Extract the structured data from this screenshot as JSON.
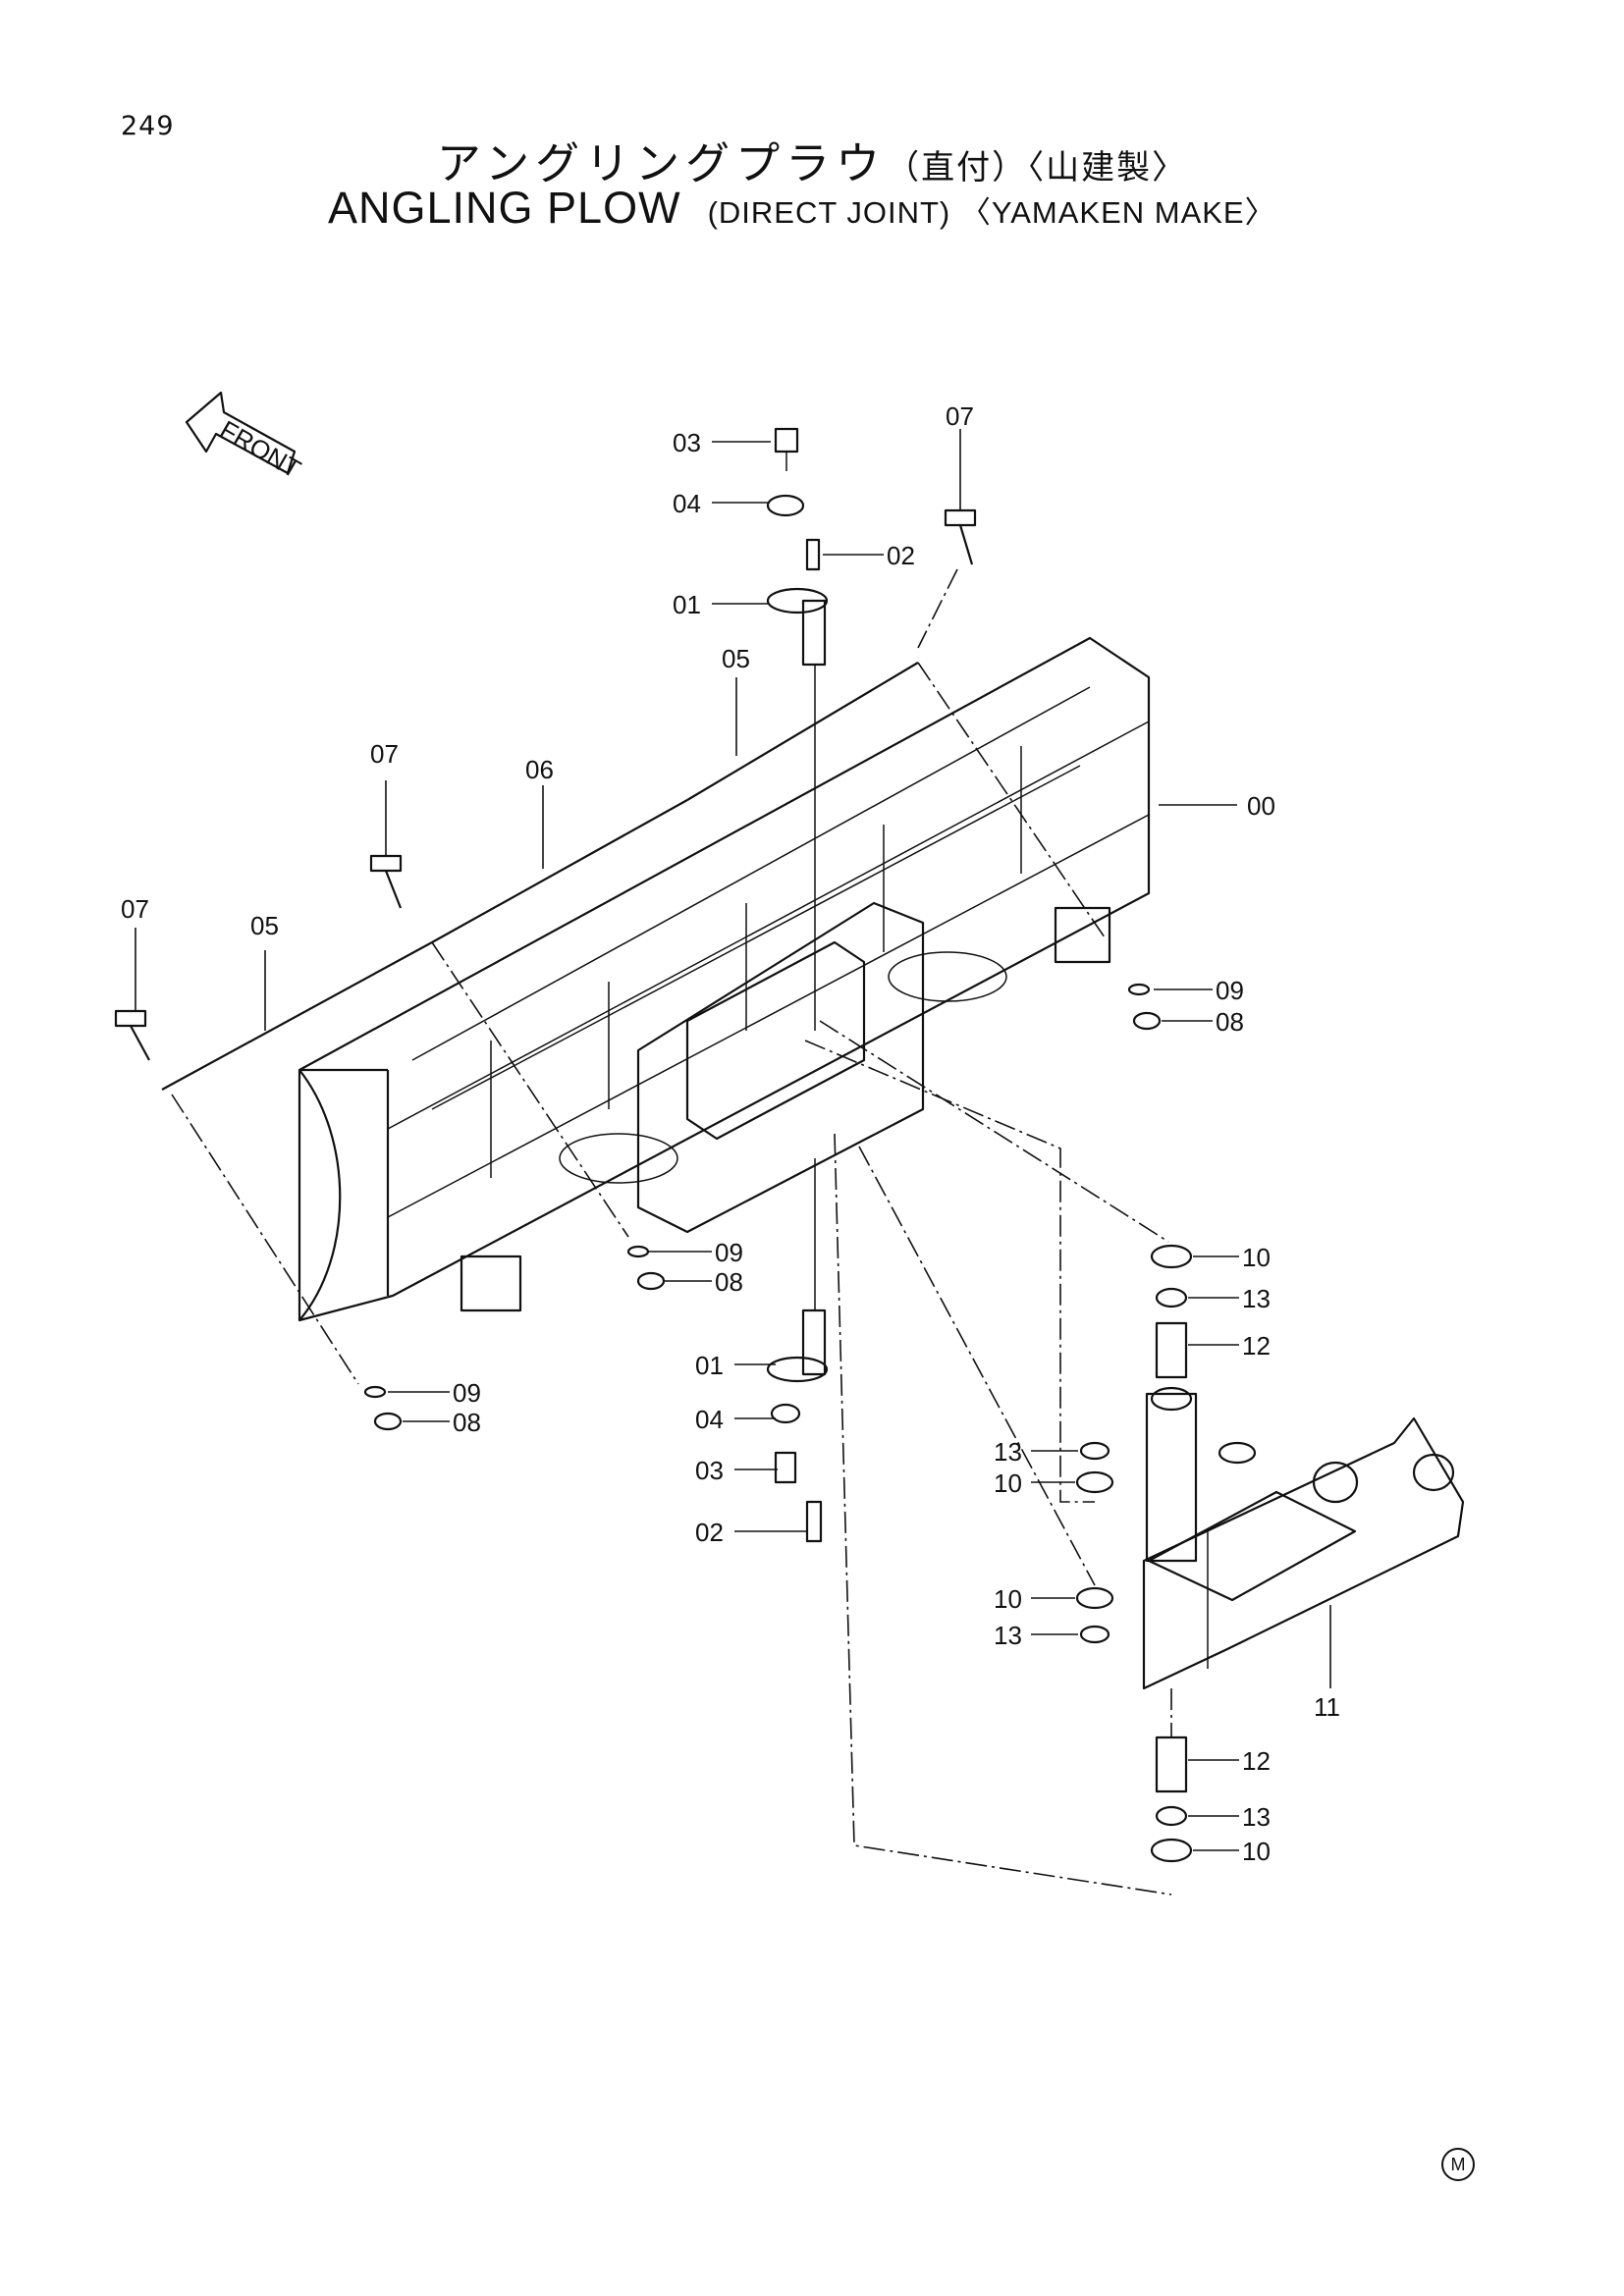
{
  "page_number": "249",
  "title_jp": "アングリングプラウ",
  "title_jp_suffix": "（直付）〈山建製〉",
  "title_en": "ANGLING PLOW",
  "title_en_suffix": "(DIRECT JOINT) 〈YAMAKEN MAKE〉",
  "front_arrow_label": "FRONT",
  "manufacturer_mark": "M",
  "callouts": {
    "c00": "00",
    "c01_top": "01",
    "c01_bottom": "01",
    "c02_top": "02",
    "c02_bottom": "02",
    "c03_top": "03",
    "c03_bottom": "03",
    "c04_top": "04",
    "c04_bottom": "04",
    "c05_right": "05",
    "c05_left": "05",
    "c06": "06",
    "c07_right": "07",
    "c07_mid": "07",
    "c07_left": "07",
    "c08_right": "08",
    "c08_mid": "08",
    "c08_left": "08",
    "c09_right": "09",
    "c09_mid": "09",
    "c09_left": "09",
    "c10_a": "10",
    "c10_b": "10",
    "c10_c": "10",
    "c10_d": "10",
    "c11": "11",
    "c12_a": "12",
    "c12_b": "12",
    "c13_a": "13",
    "c13_b": "13",
    "c13_c": "13",
    "c13_d": "13"
  }
}
